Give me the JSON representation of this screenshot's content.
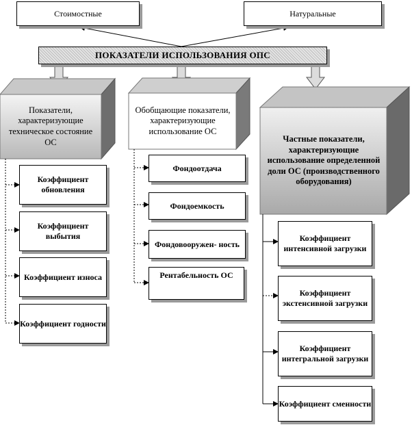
{
  "top": {
    "cost_label": "Стоимостные",
    "natural_label": "Натуральные"
  },
  "title": "ПОКАЗАТЕЛИ  ИСПОЛЬЗОВАНИЯ  ОПС",
  "groups": [
    {
      "header": "Показатели, характеризующие техническое состояние ОС",
      "items": [
        "Коэффициент обновления",
        "Коэффициент выбытия",
        "Коэффициент износа",
        "Коэффициент годности"
      ]
    },
    {
      "header": "Обобщающие показатели, характеризующие использование ОС",
      "items": [
        "Фондоотдача",
        "Фондоемкость",
        "Фондовооружен- ность",
        "Рентабельность ОС"
      ]
    },
    {
      "header": "Частные показатели, характеризующие использование определенной доли ОС (производственного оборудования)",
      "items": [
        "Коэффициент интенсивной загрузки",
        "Коэффициент экстенсивной загрузки",
        "Коэффициент интегральной загрузки",
        "Коэффициент сменности"
      ]
    }
  ]
}
